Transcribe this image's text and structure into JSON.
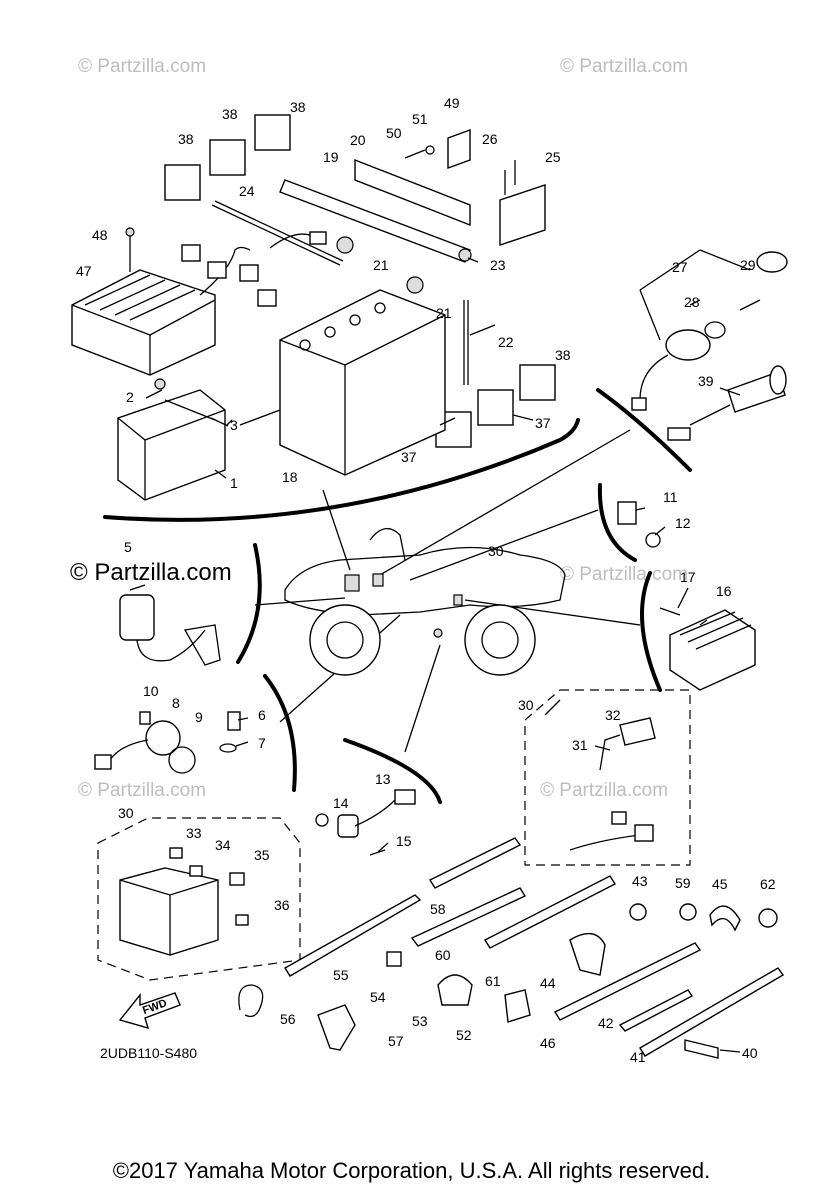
{
  "watermarks": [
    "© Partzilla.com",
    "© Partzilla.com",
    "© Partzilla.com",
    "© Partzilla.com",
    "© Partzilla.com",
    "© Partzilla.com"
  ],
  "diagram_code": "2UDB110-S480",
  "fwd_label": "FWD",
  "copyright": "©2017  Yamaha Motor Corporation, U.S.A. All rights reserved.",
  "part_numbers": [
    "1",
    "2",
    "3",
    "5",
    "6",
    "7",
    "8",
    "9",
    "10",
    "11",
    "12",
    "13",
    "14",
    "15",
    "16",
    "17",
    "18",
    "19",
    "20",
    "21",
    "21",
    "22",
    "23",
    "24",
    "25",
    "26",
    "27",
    "28",
    "29",
    "30",
    "30",
    "30",
    "31",
    "32",
    "33",
    "34",
    "35",
    "36",
    "37",
    "37",
    "38",
    "38",
    "38",
    "38",
    "39",
    "40",
    "41",
    "42",
    "43",
    "44",
    "45",
    "46",
    "47",
    "48",
    "49",
    "50",
    "51",
    "52",
    "53",
    "54",
    "55",
    "56",
    "57",
    "58",
    "59",
    "60",
    "61",
    "62"
  ]
}
